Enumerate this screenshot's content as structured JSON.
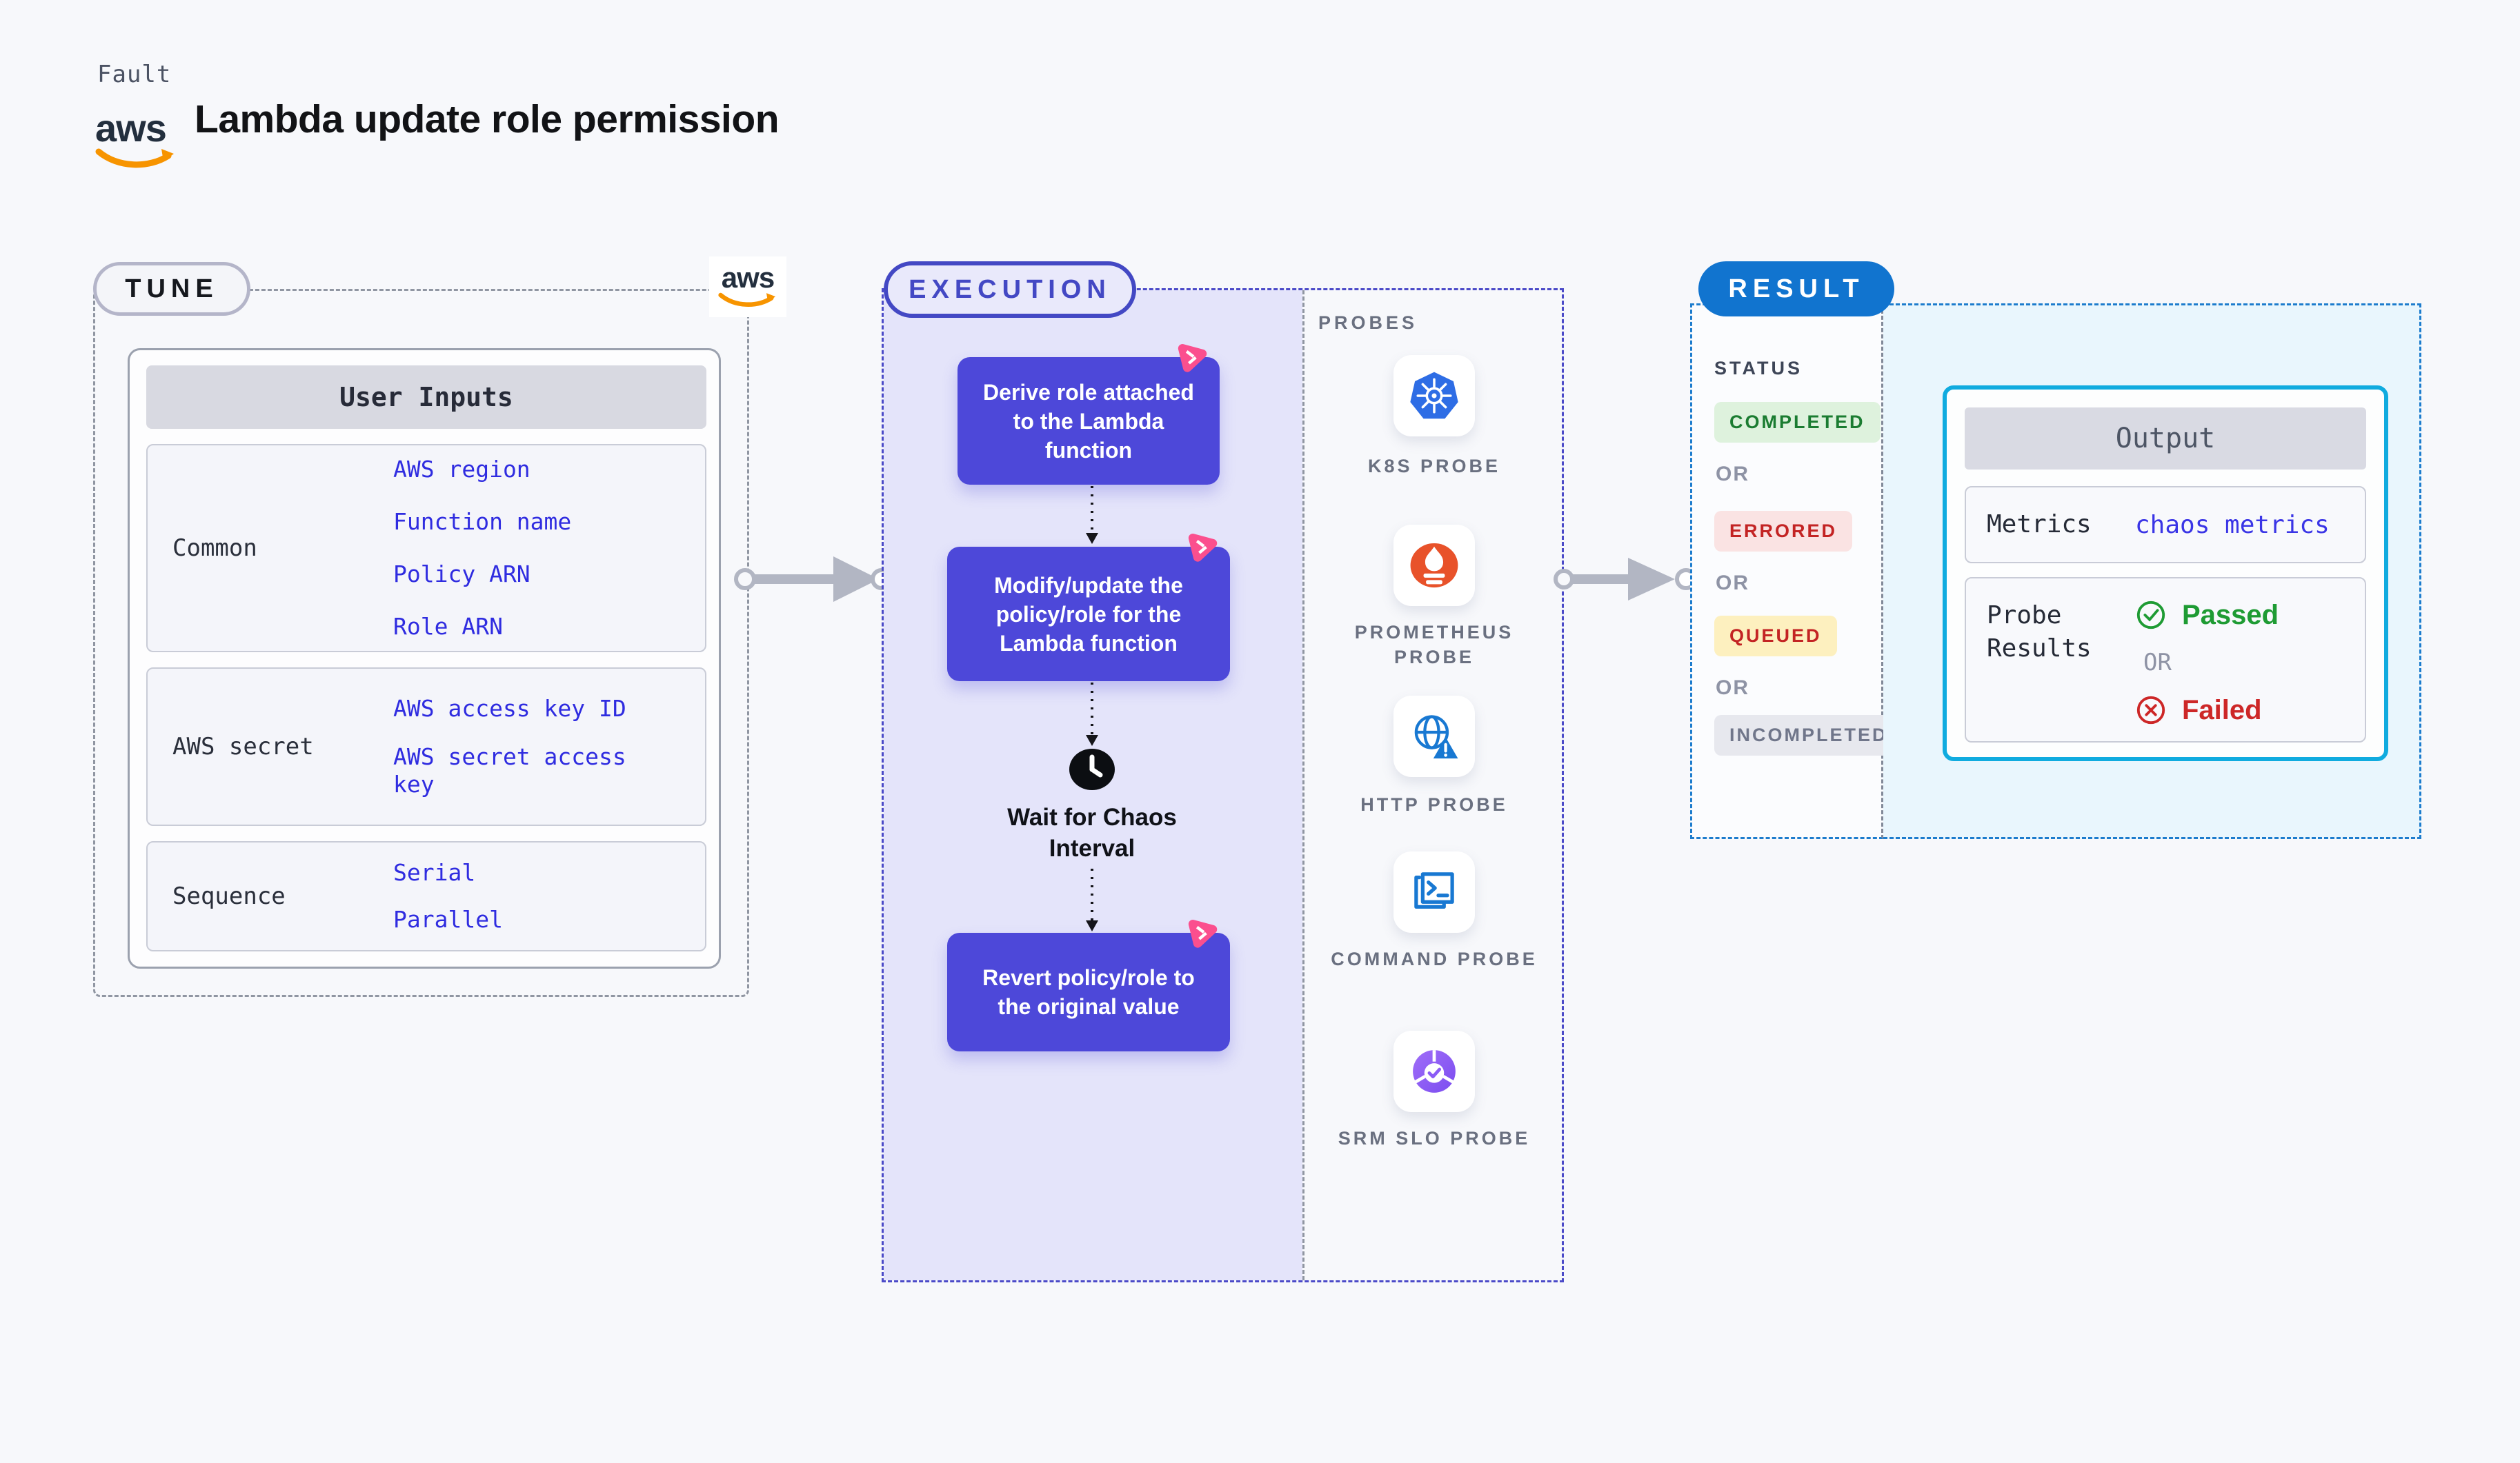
{
  "header": {
    "kicker": "Fault",
    "title": "Lambda update role permission"
  },
  "aws": {
    "wordmark": "aws"
  },
  "tune": {
    "badge": "TUNE",
    "table": {
      "header": "User Inputs",
      "rows": [
        {
          "label": "Common",
          "links": [
            "AWS region",
            "Function name",
            "Policy ARN",
            "Role ARN"
          ]
        },
        {
          "label": "AWS secret",
          "links": [
            "AWS access key ID",
            "AWS secret access key"
          ]
        },
        {
          "label": "Sequence",
          "links": [
            "Serial",
            "Parallel"
          ]
        }
      ]
    }
  },
  "execution": {
    "badge": "EXECUTION",
    "steps": [
      {
        "label": "Derive role attached to the Lambda function"
      },
      {
        "label": "Modify/update the policy/role for the Lambda function"
      },
      {
        "label": "Revert policy/role to the original value"
      }
    ],
    "wait_label": "Wait for Chaos Interval"
  },
  "probes": {
    "heading": "PROBES",
    "items": [
      {
        "label": "K8S PROBE",
        "icon": "kubernetes-icon"
      },
      {
        "label": "PROMETHEUS PROBE",
        "icon": "prometheus-icon"
      },
      {
        "label": "HTTP PROBE",
        "icon": "http-globe-icon"
      },
      {
        "label": "COMMAND PROBE",
        "icon": "terminal-icon"
      },
      {
        "label": "SRM SLO PROBE",
        "icon": "slo-gauge-icon"
      }
    ]
  },
  "result": {
    "badge": "RESULT",
    "status_heading": "STATUS",
    "or_label": "OR",
    "statuses": [
      {
        "label": "COMPLETED",
        "kind": "success"
      },
      {
        "label": "ERRORED",
        "kind": "error"
      },
      {
        "label": "QUEUED",
        "kind": "queued"
      },
      {
        "label": "INCOMPLETED",
        "kind": "muted"
      }
    ],
    "output": {
      "header": "Output",
      "metrics_label": "Metrics",
      "metrics_value": "chaos metrics",
      "probe_results_label": "Probe Results",
      "passed_label": "Passed",
      "or_label": "OR",
      "failed_label": "Failed"
    }
  },
  "colors": {
    "page_bg": "#f7f8fb",
    "link_blue": "#2f2ce0",
    "execution_accent": "#4348c4",
    "step_indigo": "#4d48d9",
    "lavender_bg": "#e4e4fa",
    "chaos_pink": "#fb4f8e",
    "result_blue": "#1174cf",
    "cyan_border": "#10abdf",
    "cyan_bg": "#e9f6fd",
    "success_green": "#1e9b33",
    "fail_red": "#cd2727",
    "aws_orange": "#f79400"
  }
}
